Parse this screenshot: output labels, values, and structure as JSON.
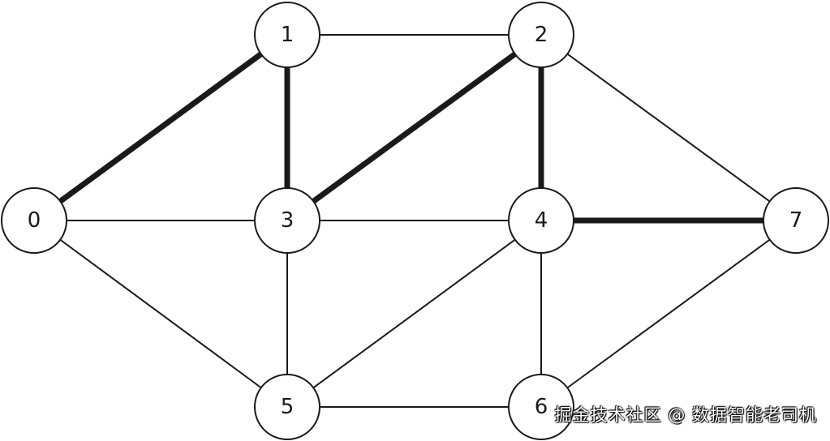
{
  "graph": {
    "nodes": [
      {
        "id": "0",
        "label": "0"
      },
      {
        "id": "1",
        "label": "1"
      },
      {
        "id": "2",
        "label": "2"
      },
      {
        "id": "3",
        "label": "3"
      },
      {
        "id": "4",
        "label": "4"
      },
      {
        "id": "5",
        "label": "5"
      },
      {
        "id": "6",
        "label": "6"
      },
      {
        "id": "7",
        "label": "7"
      }
    ],
    "edges": [
      {
        "from": "0",
        "to": "1",
        "highlighted": true
      },
      {
        "from": "1",
        "to": "3",
        "highlighted": true
      },
      {
        "from": "3",
        "to": "2",
        "highlighted": true
      },
      {
        "from": "2",
        "to": "4",
        "highlighted": true
      },
      {
        "from": "4",
        "to": "7",
        "highlighted": true
      },
      {
        "from": "1",
        "to": "2",
        "highlighted": false
      },
      {
        "from": "2",
        "to": "7",
        "highlighted": false
      },
      {
        "from": "0",
        "to": "3",
        "highlighted": false
      },
      {
        "from": "3",
        "to": "4",
        "highlighted": false
      },
      {
        "from": "0",
        "to": "5",
        "highlighted": false
      },
      {
        "from": "3",
        "to": "5",
        "highlighted": false
      },
      {
        "from": "4",
        "to": "5",
        "highlighted": false
      },
      {
        "from": "4",
        "to": "6",
        "highlighted": false
      },
      {
        "from": "5",
        "to": "6",
        "highlighted": false
      },
      {
        "from": "6",
        "to": "7",
        "highlighted": false
      }
    ],
    "colors": {
      "edge": "#1a1a1a",
      "node_fill": "#ffffff",
      "node_stroke": "#1a1a1a"
    }
  },
  "watermark": "掘金技术社区 @ 数据智能老司机"
}
